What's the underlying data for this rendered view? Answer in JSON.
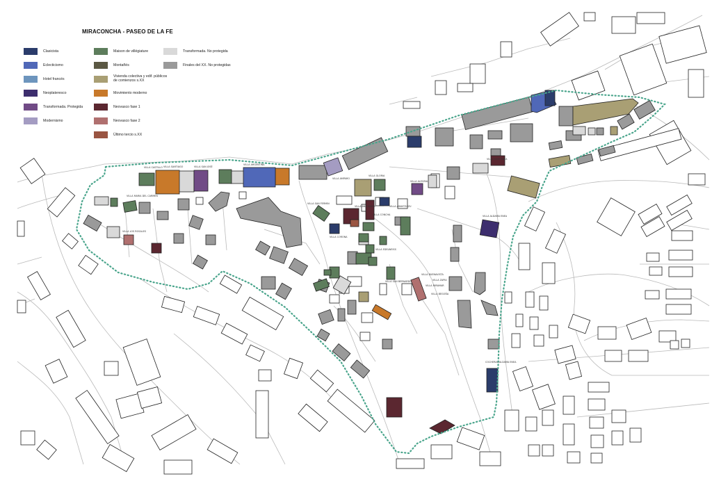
{
  "title": "MIRACONCHA - PASEO DE LA FE",
  "legend": [
    {
      "label": "Clasicista",
      "color": "#2b3c6b"
    },
    {
      "label": "Eclecticismo",
      "color": "#5068b8"
    },
    {
      "label": "Hotel francés",
      "color": "#6d95bd"
    },
    {
      "label": "Neoplateresco",
      "color": "#3d2e6e"
    },
    {
      "label": "Transformada. Protegida",
      "color": "#714b86"
    },
    {
      "label": "Modernismo",
      "color": "#a49cc2"
    },
    {
      "label": "Maison de villégiature",
      "color": "#5d7d5c"
    },
    {
      "label": "Montañés",
      "color": "#5b5843"
    },
    {
      "label": "Vivienda colectiva y edif. públicos de comienzos s.XX",
      "color": "#a99f74"
    },
    {
      "label": "Movimiento moderno",
      "color": "#c8792a"
    },
    {
      "label": "Neovasco fase 1",
      "color": "#5b2730"
    },
    {
      "label": "Neovasco fase 2",
      "color": "#b0706f"
    },
    {
      "label": "Último tercio s.XX",
      "color": "#9a5542"
    },
    {
      "label": "Transformada. No protegida",
      "color": "#d9d9d9"
    },
    {
      "label": "Finales del XX. No protegidas",
      "color": "#9a9a9a"
    }
  ],
  "colors": {
    "boundary": "#4aa58c",
    "parcel": "#b9b9b9",
    "outline": "#222222"
  },
  "map_labels": [
    "VILLA CASTILLO",
    "VILLA SANTIAGO",
    "VILLA SAN JOSÉ",
    "VILLA ARGENTINA",
    "VILLA MARIA DEL CARMEN",
    "VILLA GLORIA",
    "VILLA SAN FERMIN",
    "VILLA ANA MARIA",
    "VILLA CONCHA",
    "VILLA ARANTZAZU",
    "VILLA CORONA",
    "VILLA EDELWEISS",
    "VILLA ALEGRIA",
    "VILLA AMPARO",
    "VILLA LOS ROSALES",
    "VILLA BUENAVISTA",
    "VILLA ZAPIA",
    "VILLA MIRAMAR",
    "VILLA BEGOÑA",
    "VILLA ALDAMA ENEA",
    "COCHERAS ALDAMA ENEA",
    "VILLA MARI ENEA",
    "VILLA SAN BERNARDO"
  ]
}
